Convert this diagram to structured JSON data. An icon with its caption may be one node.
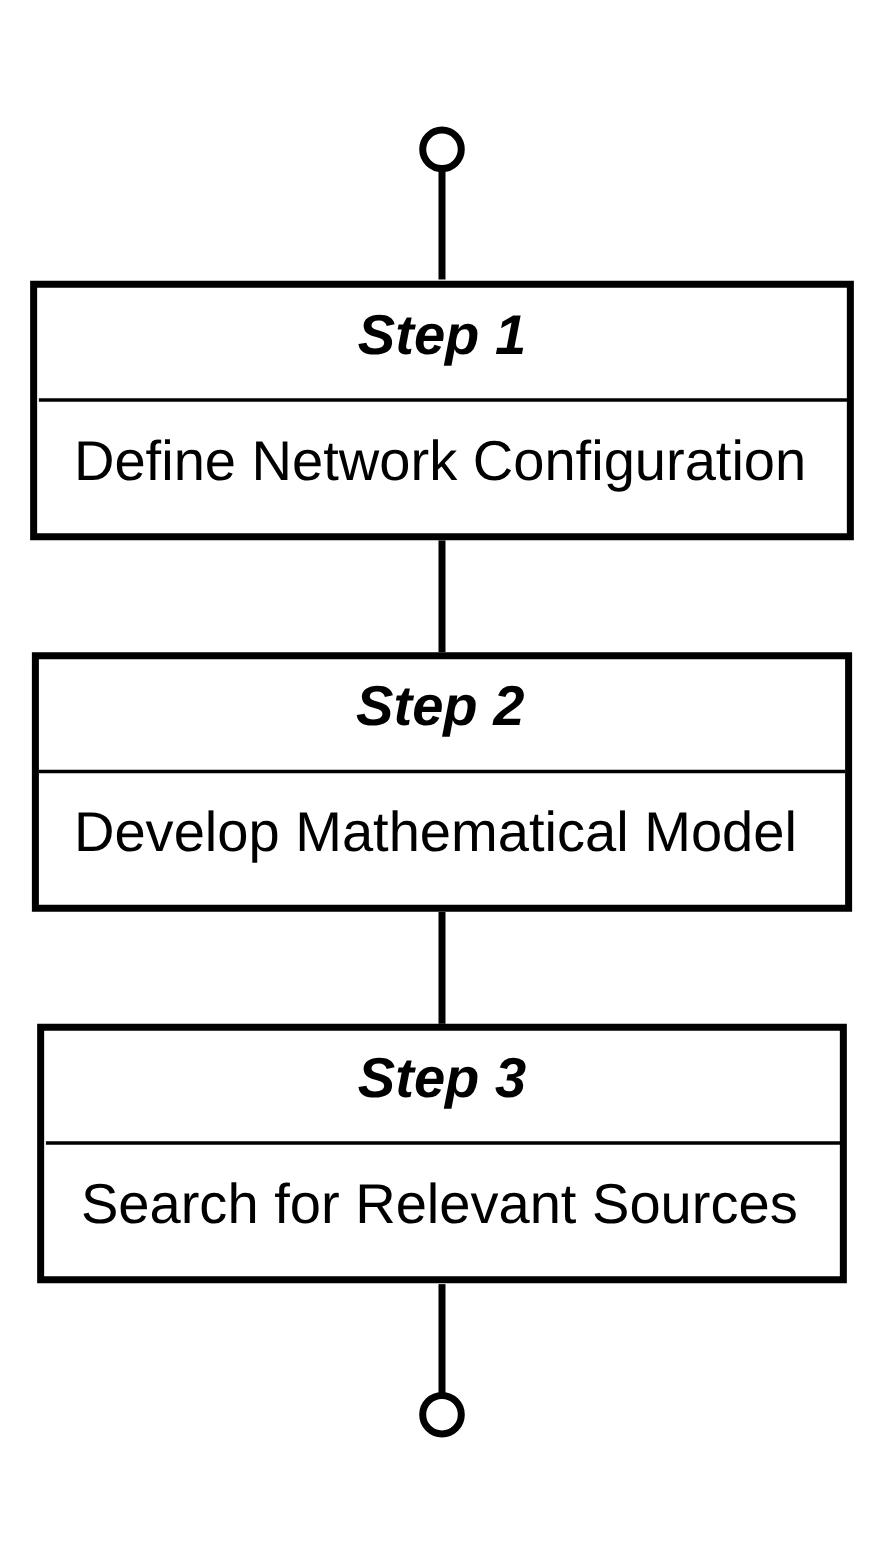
{
  "diagram": {
    "nodes": [
      {
        "text": [],
        "shape": "circle"
      },
      {
        "text": [
          "Step 1",
          "Define Network Configuration"
        ]
      },
      {
        "text": [
          "Step 2",
          "Develop Mathematical Model"
        ]
      },
      {
        "text": [
          "Step 3",
          "Search for Relevant Sources"
        ]
      },
      {
        "text": [],
        "shape": "circle"
      }
    ],
    "edges": [
      {
        "from": 0,
        "to": 1,
        "arrow": "none"
      },
      {
        "from": 1,
        "to": 2,
        "arrow": "none"
      },
      {
        "from": 2,
        "to": 3,
        "arrow": "none"
      },
      {
        "from": 3,
        "to": 4,
        "arrow": "none"
      }
    ]
  }
}
